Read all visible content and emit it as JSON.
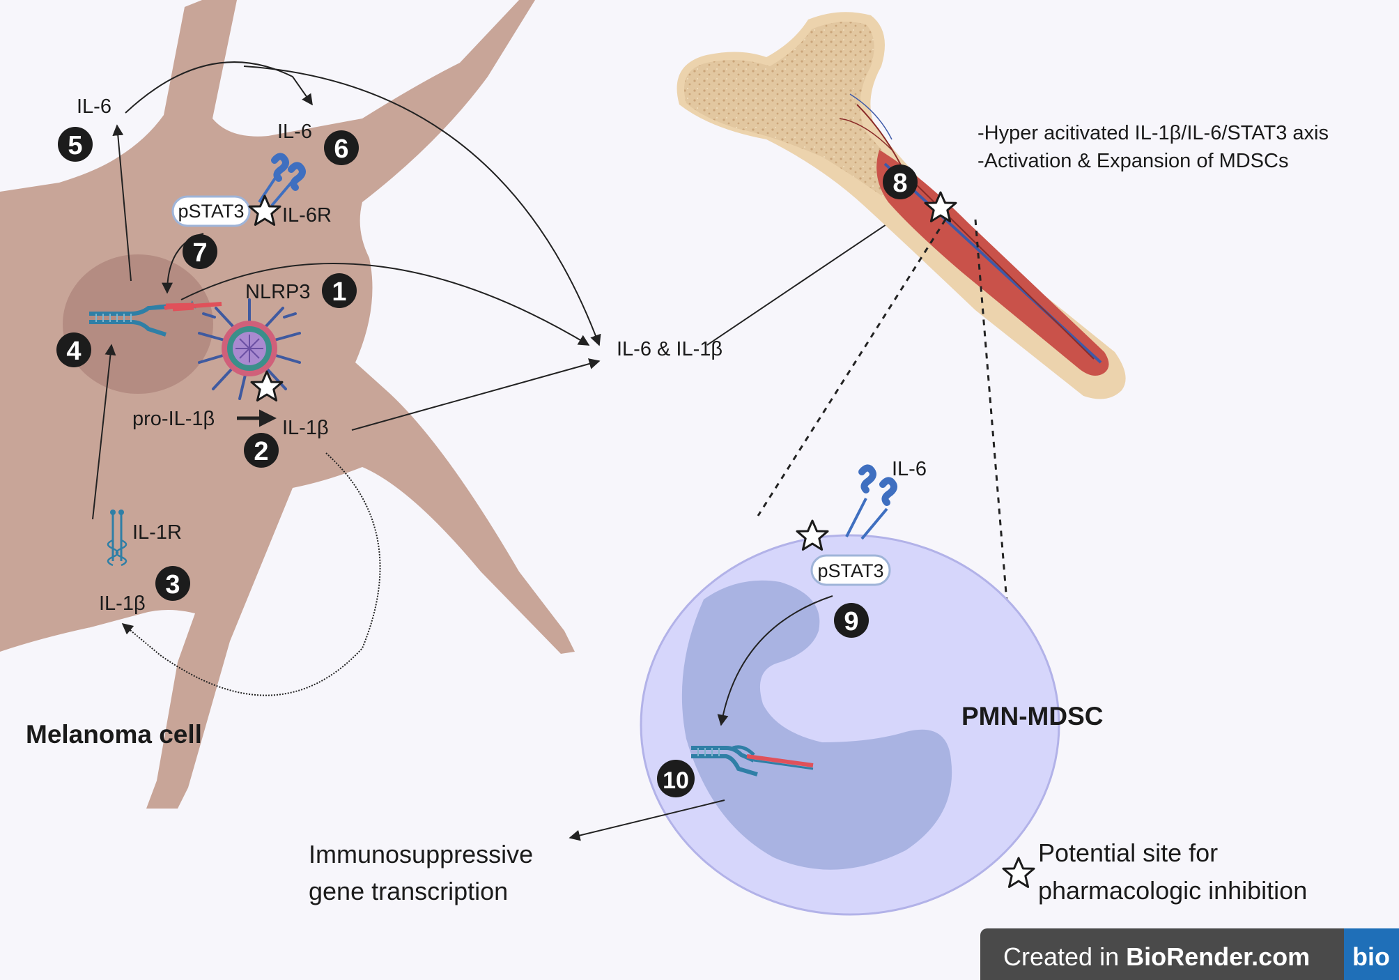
{
  "colors": {
    "cell_body": "#c8a598",
    "nucleus": "#b48c82",
    "mdsc_cell": "#d6d6fb",
    "mdsc_nucleus": "#a9b3e2",
    "bone": "#ecd3ad",
    "marrow": "#c9524a",
    "marker": "#1c1c1c",
    "dna_blue": "#2f7fa6",
    "dna_red": "#e0515a",
    "receptor_blue": "#3f6fc0",
    "footer_bg": "#4a4a4a",
    "logo_bg": "#1f6fb8"
  },
  "icons": {
    "star": "star-icon",
    "dna": "dna-icon",
    "receptor": "receptor-icon",
    "inflammasome": "inflammasome-icon",
    "bone": "bone-icon"
  },
  "melanoma": {
    "cell_label": "Melanoma cell",
    "il6_top": "IL-6",
    "il6_receptor_ligand": "IL-6",
    "pstat3": "pSTAT3",
    "il6r": "IL-6R",
    "nlrp3": "NLRP3",
    "pro_il1b": "pro-IL-1β",
    "il1b": "IL-1β",
    "il1r": "IL-1R",
    "il1b_bottom": "IL-1β"
  },
  "center": {
    "cytokines": "IL-6 & IL-1β"
  },
  "bone_marrow": {
    "note_1": "-Hyper acitivated IL-1β/IL-6/STAT3 axis",
    "note_2": "-Activation & Expansion of MDSCs"
  },
  "mdsc": {
    "label": "PMN-MDSC",
    "il6": "IL-6",
    "pstat3": "pSTAT3",
    "output_line1": "Immunosuppressive",
    "output_line2": "gene transcription"
  },
  "legend": {
    "line1": "Potential site for",
    "line2": "pharmacologic inhibition"
  },
  "steps": [
    "1",
    "2",
    "3",
    "4",
    "5",
    "6",
    "7",
    "8",
    "9",
    "10"
  ],
  "footer": {
    "prefix": "Created in ",
    "brand": "BioRender.com",
    "logo": "bio"
  }
}
